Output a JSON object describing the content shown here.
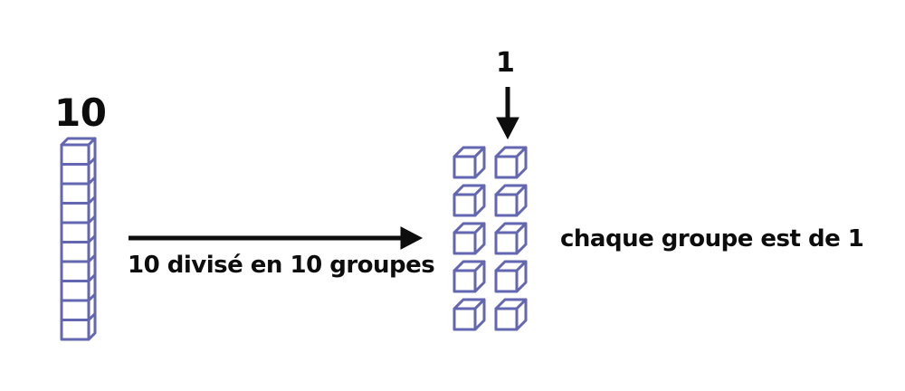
{
  "diagram": {
    "title_text_language": "fr",
    "colors": {
      "block": "#6366b0",
      "block_fill": "#ffffff",
      "ink": "#0d0d0d",
      "background": "#ffffff"
    },
    "rod": {
      "label": "10",
      "unit_count": 10,
      "orientation": "vertical",
      "description_icon": "base-ten-rod-icon"
    },
    "transform_arrow": {
      "direction": "right",
      "caption": "10 divisé en 10 groupes"
    },
    "group_pointer": {
      "direction": "down",
      "label": "1"
    },
    "units": {
      "count": 10,
      "columns": 2,
      "rows": 5,
      "icon": "unit-cube-icon"
    },
    "result": {
      "caption": "chaque groupe est de 1"
    }
  },
  "chart_data": {
    "type": "diagram",
    "title": "10 divisé en 10 groupes",
    "operation": "division",
    "dividend": 10,
    "divisor": 10,
    "quotient": 1,
    "annotations": [
      {
        "name": "rod-label",
        "text": "10",
        "value": 10
      },
      {
        "name": "arrow-caption",
        "text": "10 divisé en 10 groupes"
      },
      {
        "name": "pointer-label",
        "text": "1",
        "value": 1
      },
      {
        "name": "result-caption",
        "text": "chaque groupe est de 1"
      }
    ],
    "objects": [
      {
        "name": "base-ten-rod",
        "units": 10
      },
      {
        "name": "unit-cubes",
        "units": 10,
        "layout": "2x5"
      }
    ]
  }
}
